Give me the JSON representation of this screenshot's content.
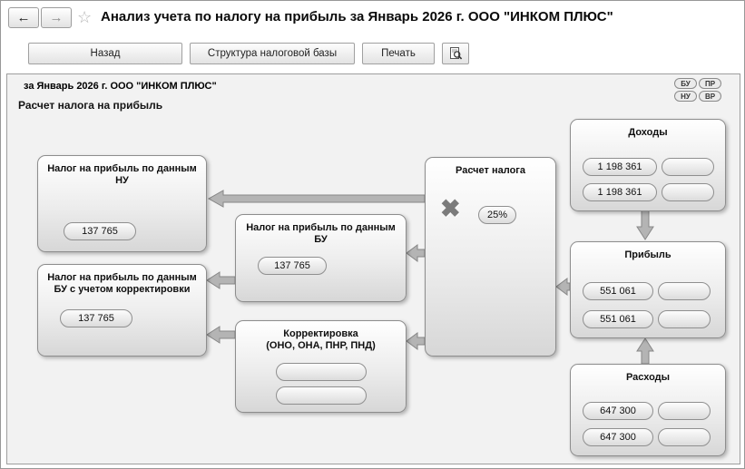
{
  "window": {
    "title": "Анализ учета по налогу на прибыль за Январь 2026 г. ООО \"ИНКОМ ПЛЮС\""
  },
  "icons": {
    "back": "←",
    "forward": "→",
    "favorite": "☆",
    "multiply": "✖"
  },
  "toolbar": {
    "back_label": "Назад",
    "structure_label": "Структура налоговой базы",
    "print_label": "Печать"
  },
  "report": {
    "period": "за Январь 2026 г. ООО \"ИНКОМ ПЛЮС\"",
    "heading": "Расчет налога на прибыль",
    "legend": {
      "bu": "БУ",
      "pr": "ПР",
      "nu": "НУ",
      "vr": "ВР"
    }
  },
  "diagram": {
    "incomes": {
      "title": "Доходы",
      "value1": "1 198 361",
      "value2": "1 198 361"
    },
    "profit": {
      "title": "Прибыль",
      "value1": "551 061",
      "value2": "551 061"
    },
    "expenses": {
      "title": "Расходы",
      "value1": "647 300",
      "value2": "647 300"
    },
    "tax_calc": {
      "title": "Расчет налога",
      "rate": "25%"
    },
    "tax_nu": {
      "title_line1": "Налог на прибыль по данным",
      "title_line2": "НУ",
      "value": "137 765"
    },
    "tax_bu": {
      "title_line1": "Налог на прибыль по данным",
      "title_line2": "БУ",
      "value": "137 765"
    },
    "tax_bu_adjusted": {
      "title_line1": "Налог на прибыль по данным",
      "title_line2": "БУ с учетом корректировки",
      "value": "137 765"
    },
    "adjustment": {
      "title_line1": "Корректировка",
      "title_line2": "(ОНО, ОНА, ПНР, ПНД)"
    }
  }
}
